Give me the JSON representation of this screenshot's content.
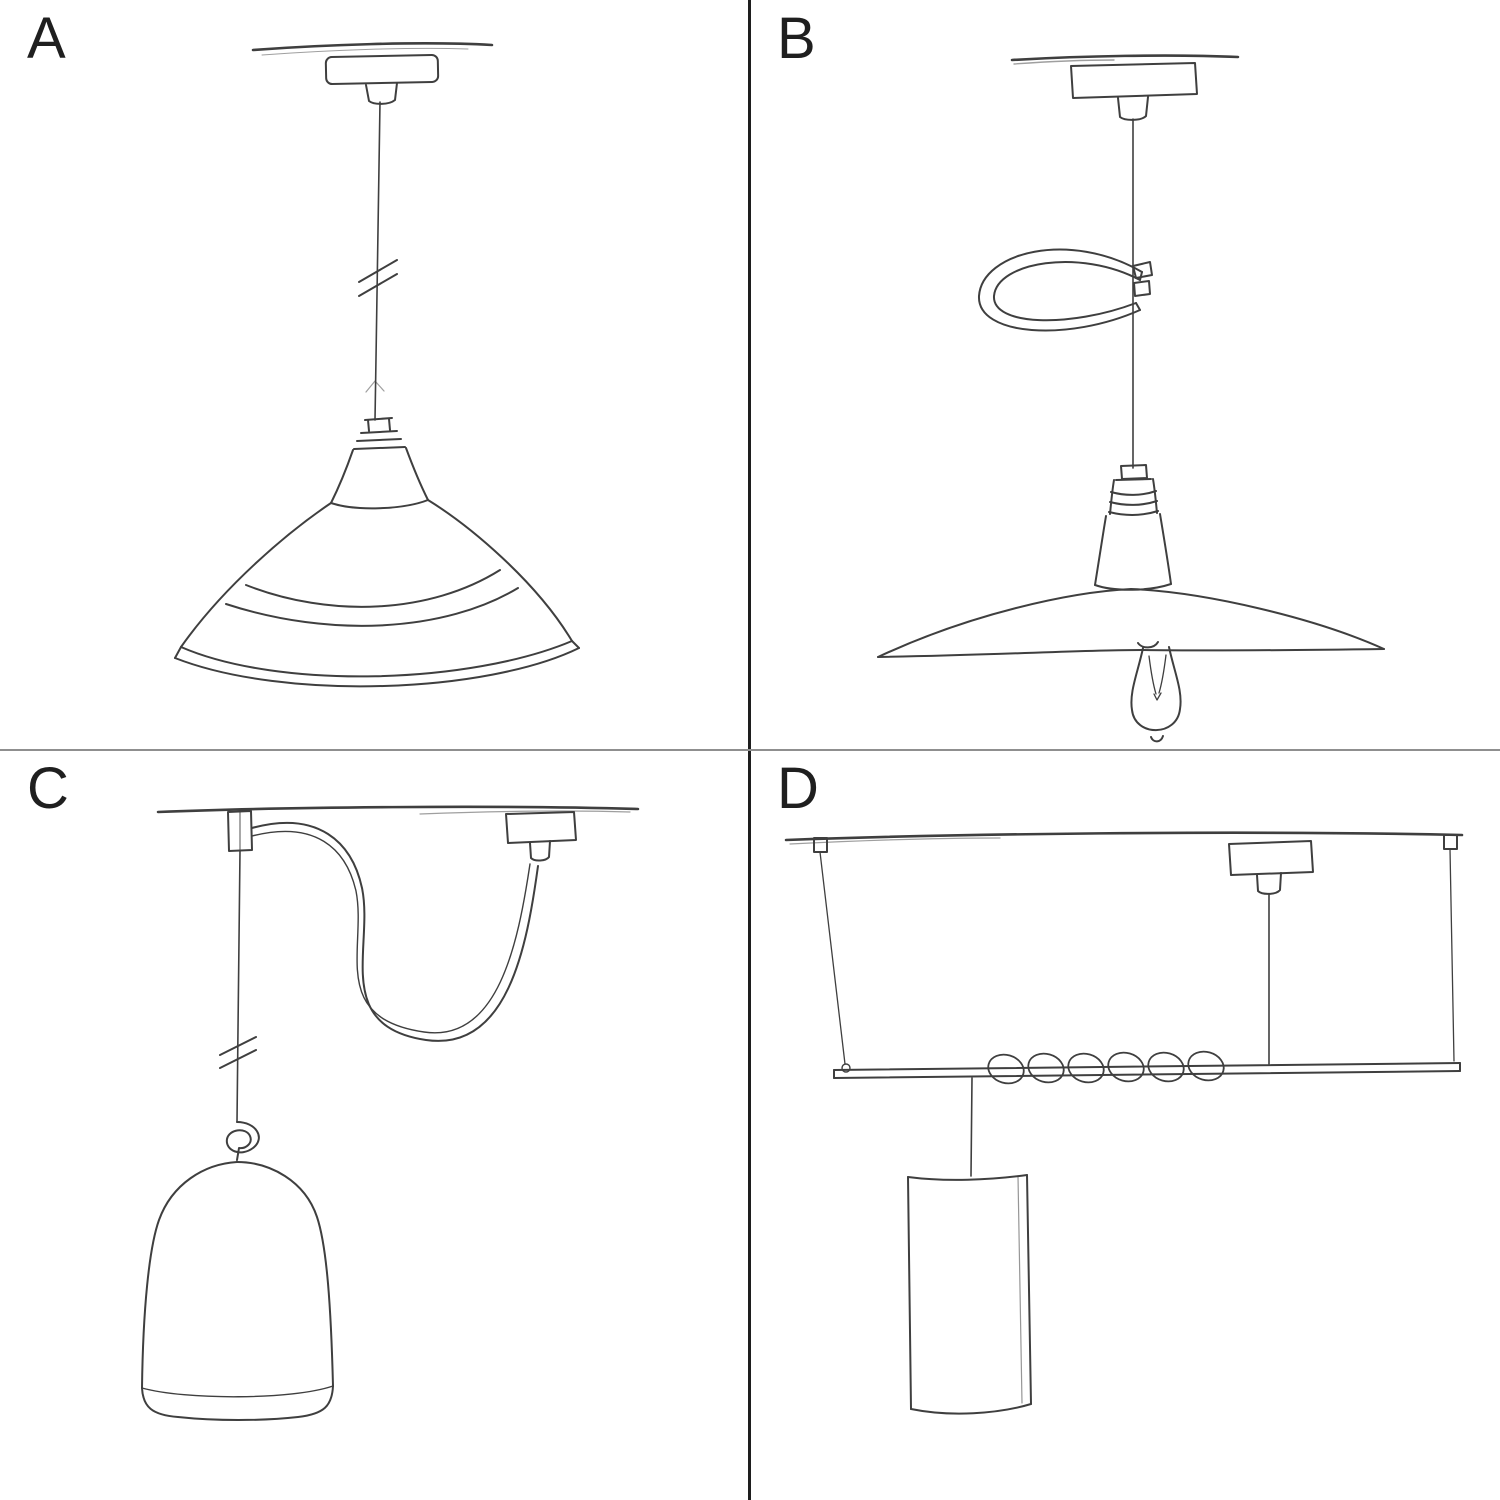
{
  "panels": [
    {
      "id": "A",
      "label": "A",
      "sketch": "pendant-industrial-shade-sketch"
    },
    {
      "id": "B",
      "label": "B",
      "sketch": "pendant-plate-shade-exposed-bulb-sketch"
    },
    {
      "id": "C",
      "label": "C",
      "sketch": "swag-pendant-bell-shade-sketch"
    },
    {
      "id": "D",
      "label": "D",
      "sketch": "bar-suspension-cylinder-pendant-sketch"
    }
  ],
  "colors": {
    "background": "#ffffff",
    "ink": "#3f3f3f",
    "ink-dark": "#1f1f1f",
    "divider-vertical": "#1e1e1e",
    "divider-horizontal": "#8f8f8f"
  }
}
